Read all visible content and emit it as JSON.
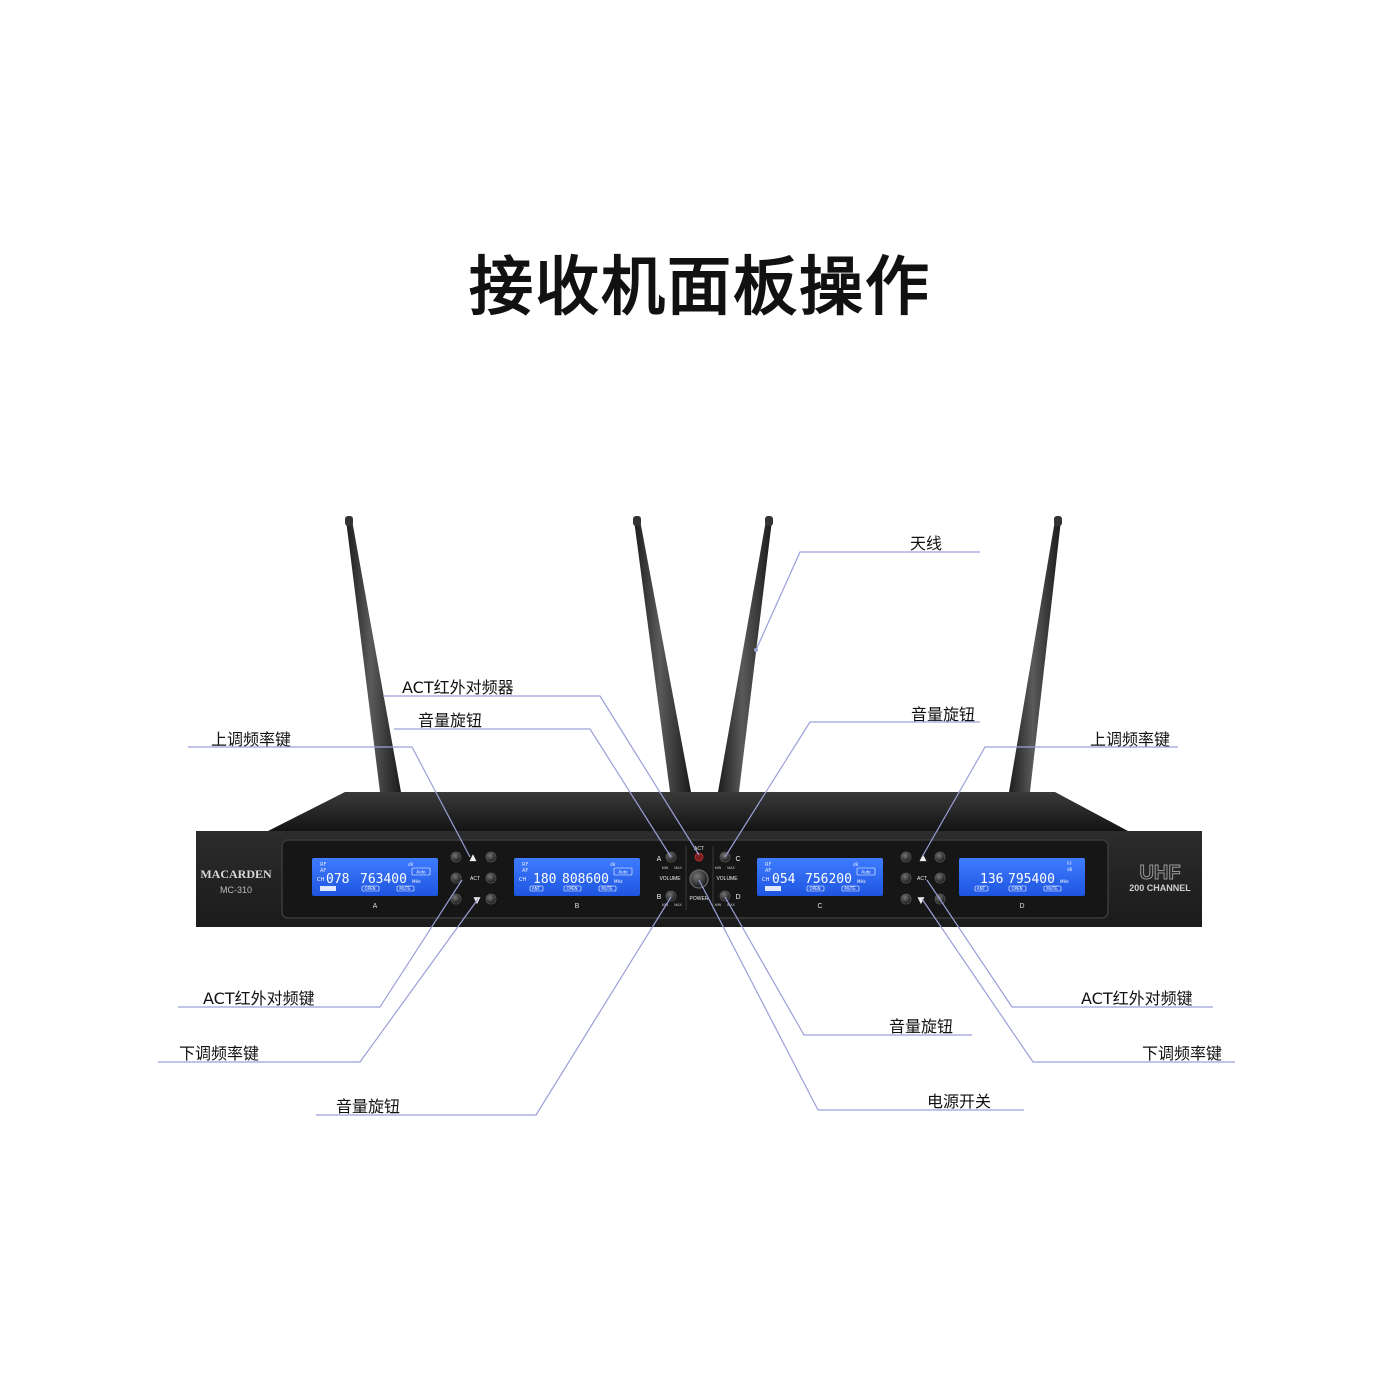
{
  "title": "接收机面板操作",
  "device": {
    "brand": "MACARDEN",
    "model": "MC-310",
    "badge_main": "UHF",
    "badge_sub": "200 CHANNEL",
    "power_label": "POWER",
    "act_label": "ACT",
    "volume_label": "VOLUME",
    "knob_min": "MIN",
    "knob_max": "MAX",
    "channels": [
      {
        "letter": "A",
        "ch": "078",
        "freq": "763400"
      },
      {
        "letter": "B",
        "ch": "180",
        "freq": "808600"
      },
      {
        "letter": "C",
        "ch": "054",
        "freq": "756200"
      },
      {
        "letter": "D",
        "ch": "136",
        "freq": "795400"
      }
    ],
    "lcd": {
      "rf": "RF",
      "af": "AF",
      "ch": "CH",
      "db": "dB",
      "mhz": "MHz",
      "auto": "Auto",
      "open": "OPEN",
      "mute": "MUTE",
      "ant": "ANT"
    }
  },
  "callouts": {
    "antenna": "天线",
    "act_ir_device": "ACT红外对频器",
    "volume_knob_top_left": "音量旋钮",
    "volume_knob_top_right": "音量旋钮",
    "up_key_left": "上调频率键",
    "up_key_right": "上调频率键",
    "act_key_left": "ACT红外对频键",
    "act_key_right": "ACT红外对频键",
    "down_key_left": "下调频率键",
    "down_key_right": "下调频率键",
    "volume_knob_bottom_left": "音量旋钮",
    "volume_knob_bottom_right": "音量旋钮",
    "power_switch": "电源开关"
  }
}
